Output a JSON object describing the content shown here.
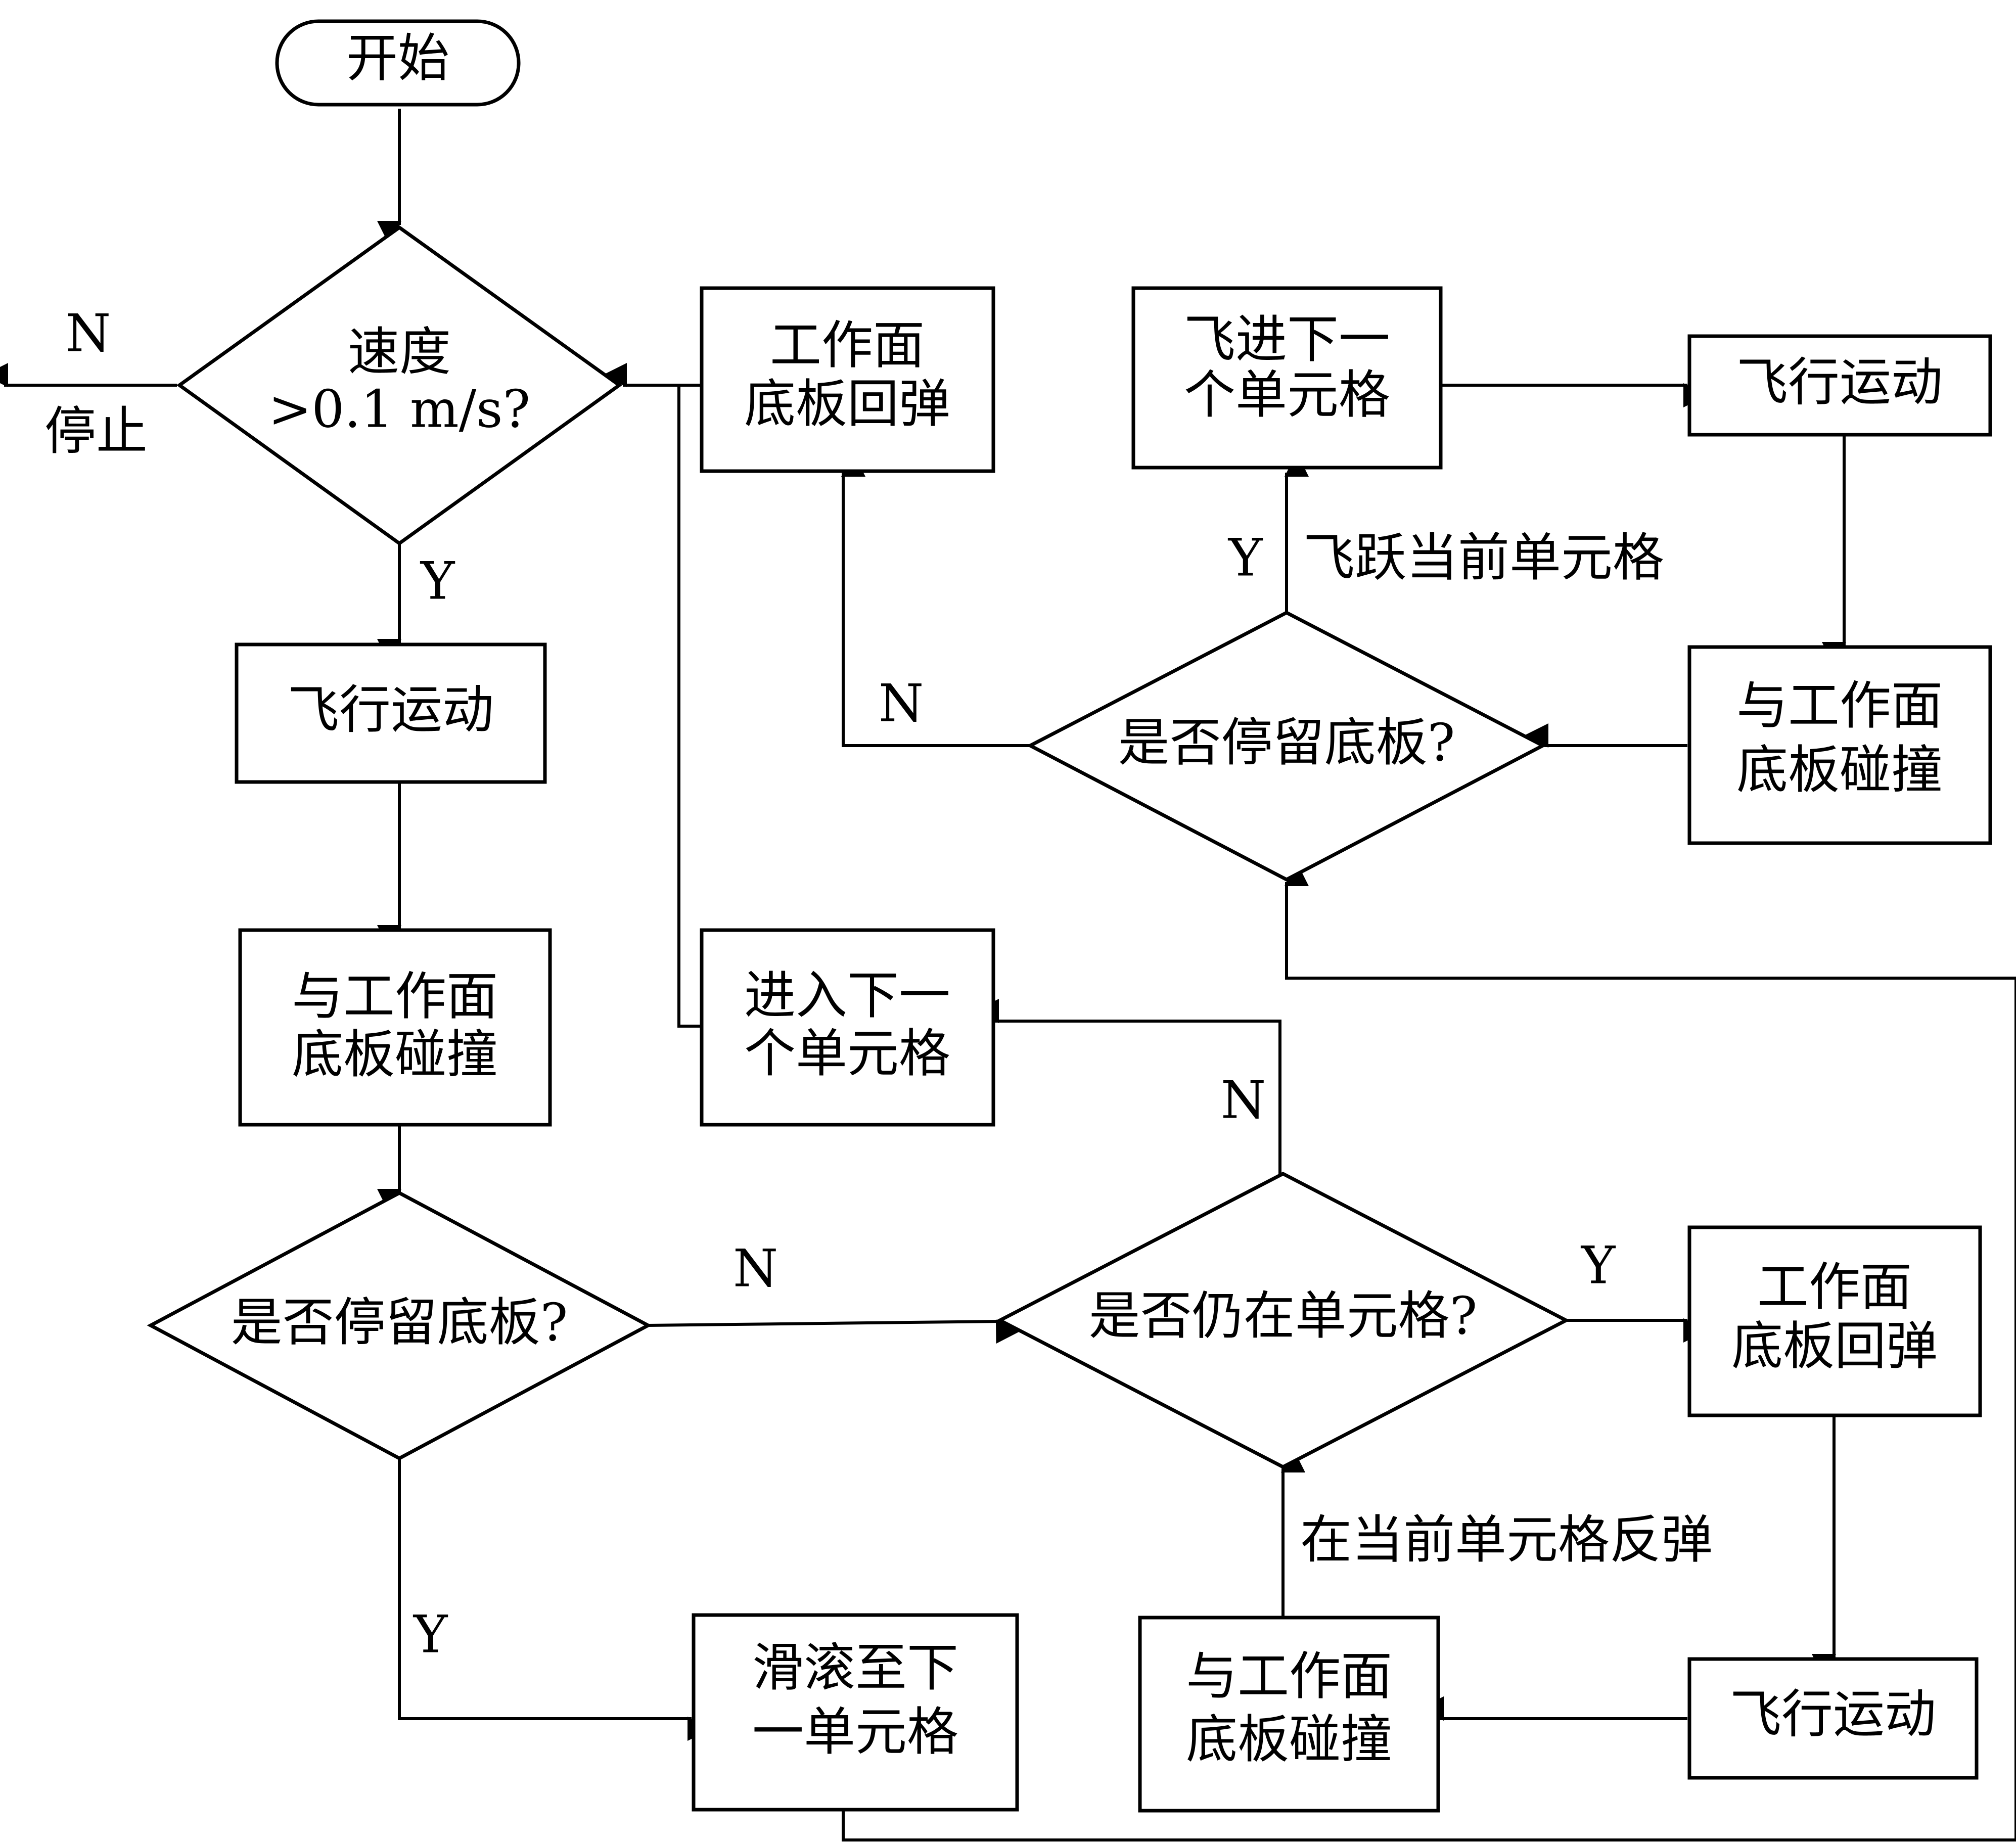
{
  "nodes": {
    "start": "开始",
    "speed_check": [
      "速度",
      ">0.1 m/s?"
    ],
    "fly_1": "飞行运动",
    "collide_1": [
      "与工作面",
      "底板碰撞"
    ],
    "stay_check_1": "是否停留底板?",
    "roll_next": [
      "滑滚至下",
      "一单元格"
    ],
    "in_cell_check": "是否仍在单元格?",
    "enter_next": [
      "进入下一",
      "个单元格"
    ],
    "rebound_1": [
      "工作面",
      "底板回弹"
    ],
    "rebound_2": [
      "工作面",
      "底板回弹"
    ],
    "fly_2": "飞行运动",
    "collide_2": [
      "与工作面",
      "底板碰撞"
    ],
    "fly_next": [
      "飞进下一",
      "个单元格"
    ],
    "fly_3": "飞行运动",
    "collide_3": [
      "与工作面",
      "底板碰撞"
    ],
    "stay_check_2": "是否停留底板?"
  },
  "labels": {
    "n_stop": "N",
    "stop": "停止",
    "y_speed": "Y",
    "y_stay_1": "Y",
    "n_stay_1": "N",
    "n_in_cell": "N",
    "y_in_cell": "Y",
    "bounce_current": "在当前单元格反弹",
    "y_stay_2": "Y",
    "skip_current": "飞跃当前单元格",
    "n_stay_2": "N"
  }
}
